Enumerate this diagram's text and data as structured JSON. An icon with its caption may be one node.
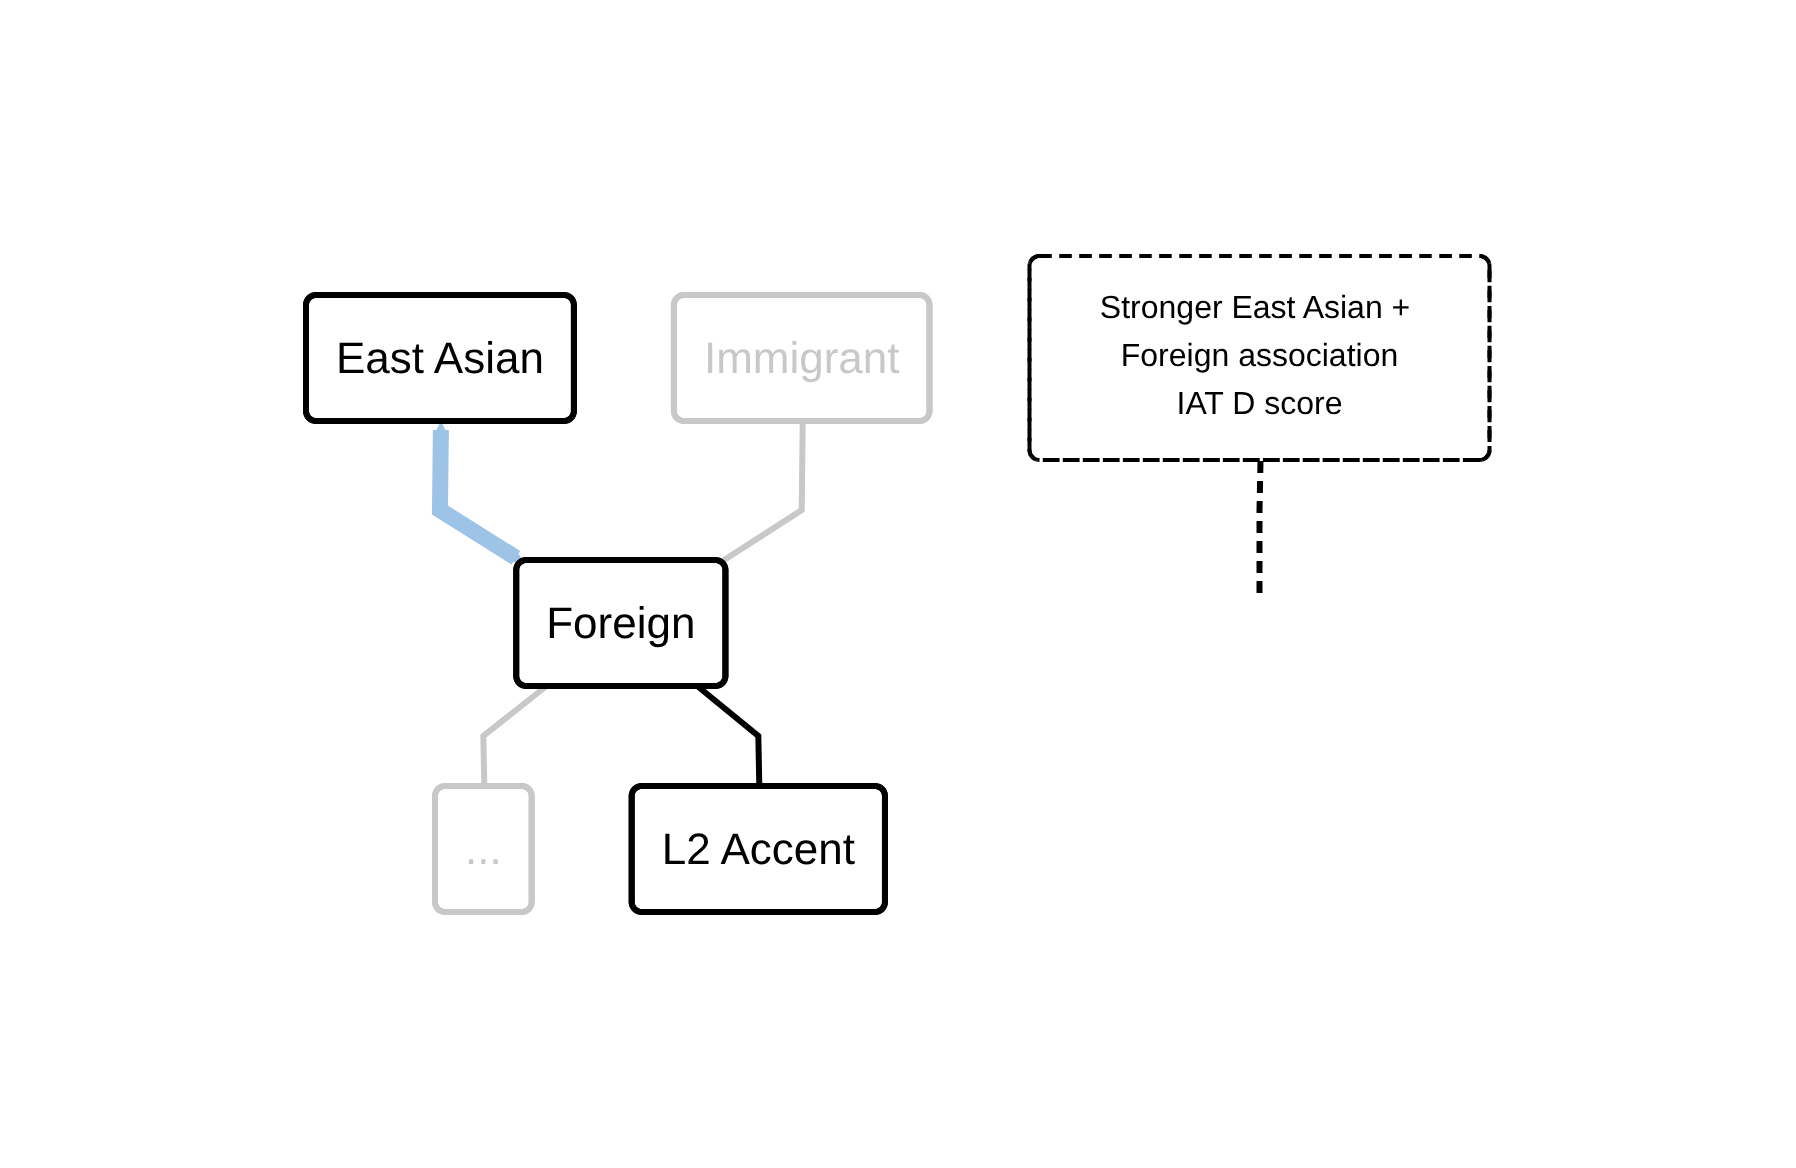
{
  "diagram": {
    "nodes": [
      {
        "text": [
          "East Asian"
        ]
      },
      {
        "text": [
          "Foreign"
        ]
      },
      {
        "text": [
          "Immigrant"
        ]
      },
      {
        "text": [
          "..."
        ]
      },
      {
        "text": [
          "L2 Accent"
        ]
      },
      {
        "text": [
          "Stronger East Asian + Foreign association",
          "IAT D score"
        ]
      }
    ],
    "edges": [
      {
        "from": 0,
        "to": 1,
        "arrow": "both",
        "style": "thick",
        "color": "#9dc3e6"
      },
      {
        "from": 2,
        "to": 1,
        "arrow": "none",
        "color": "#c8c8c8"
      },
      {
        "from": 1,
        "to": 3,
        "arrow": "none",
        "color": "#c8c8c8"
      },
      {
        "from": 1,
        "to": 4,
        "arrow": "none",
        "color": "#000000"
      },
      {
        "from": 5,
        "to": null,
        "arrow": "none",
        "style": "dashed",
        "color": "#000000"
      }
    ]
  }
}
